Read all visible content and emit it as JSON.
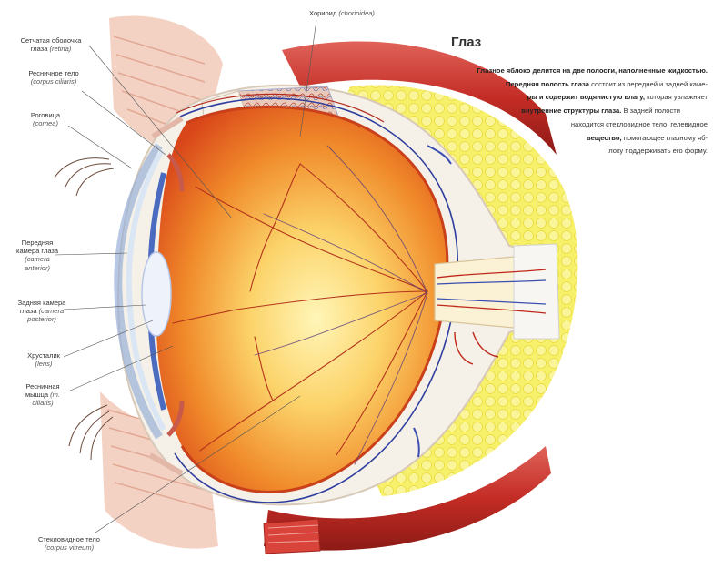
{
  "title": "Глаз",
  "description": {
    "lines": [
      {
        "bold": "Глазное яблоко делится на две полости, наполненные жидкостью.",
        "rest": ""
      },
      {
        "bold": "Передняя полость глаза",
        "rest": " состоит из передней и задней каме-"
      },
      {
        "bold": "ры и содержит водянистую влагу,",
        "rest": " которая увлажняет"
      },
      {
        "bold": "внутренние структуры глаза.",
        "rest": " В задней полости"
      },
      {
        "bold": "",
        "rest": "находится стекловидное тело, гелевидное"
      },
      {
        "bold": "вещество,",
        "rest": " помогающее глазному яб-"
      },
      {
        "bold": "",
        "rest": "локу поддерживать его форму."
      }
    ]
  },
  "labels": {
    "choroid": {
      "name": "Хориоид",
      "latin": "(chorioidea)"
    },
    "retina": {
      "name": "Сетчатая оболочка глаза",
      "latin": "(retina)"
    },
    "ciliary_body": {
      "name": "Ресничное тело",
      "latin": "(corpus ciliaris)"
    },
    "cornea": {
      "name": "Роговица",
      "latin": "(cornea)"
    },
    "anterior_chamber": {
      "name": "Передняя камера глаза",
      "latin": "(camera anterior)"
    },
    "posterior_chamber": {
      "name": "Задняя камера глаза",
      "latin": "(camera posterior)"
    },
    "lens": {
      "name": "Хрусталик",
      "latin": "(lens)"
    },
    "ciliary_muscle": {
      "name": "Ресничная мышца",
      "latin": "(m. ciliaris)"
    },
    "vitreous_body": {
      "name": "Стекловидное тело",
      "latin": "(corpus vitreum)"
    }
  },
  "colors": {
    "vitreous_inner": "#fff3a8",
    "vitreous_outer": "#e8561b",
    "sclera": "#f4efe6",
    "fat": "#f5ee4a",
    "muscle": "#c8332b",
    "vein": "#3a4fb0",
    "artery": "#c0281c"
  }
}
